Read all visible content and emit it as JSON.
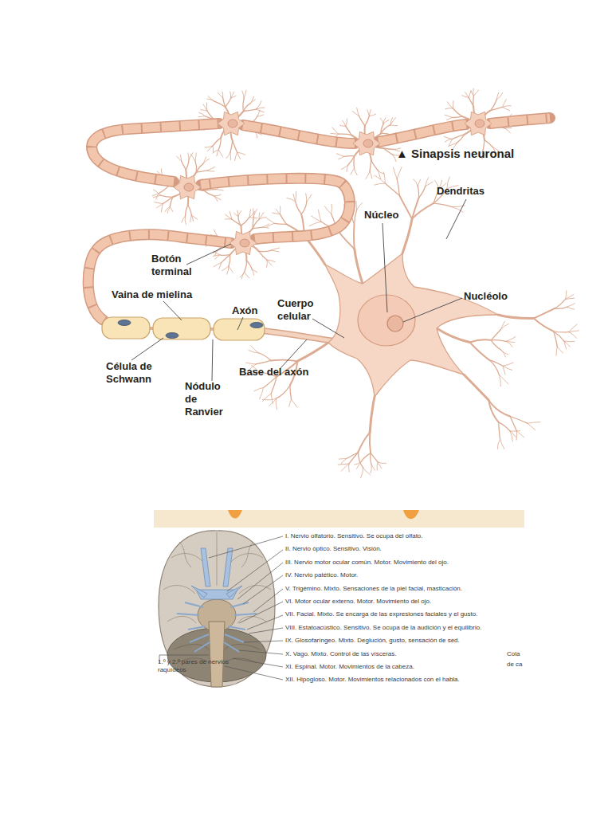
{
  "diagram": {
    "labels": [
      "▲ Sinapsis neuronal",
      "Dendritas",
      "Núcleo",
      "Botón terminal",
      "Nucléolo",
      "Vaina de mielina",
      "Axón",
      "Cuerpo celular",
      "Célula de Schwann",
      "Nódulo de Ranvier",
      "Base del axón",
      "I. Nervio olfatorio. Sensitivo. Se ocupa del olfato.",
      "II. Nervio óptico. Sensitivo. Visión.",
      "III. Nervio motor ocular común. Motor. Movimiento del ojo.",
      "IV. Nervio patético. Motor.",
      "V. Trigémino. Mixto. Sensaciones de la piel facial, masticación.",
      "VI. Motor ocular externo. Motor. Movimiento del ojo.",
      "VII. Facial. Mixto. Se encarga de las expresiones faciales y el gusto.",
      "VIII. Estatoacústico. Sensitivo. Se ocupa de la audición y el equilibrio.",
      "IX. Glosofaríngeo. Mixto. Deglución, gusto, sensación de sed.",
      "X. Vago. Mixto. Control de las vísceras.",
      "XI. Espinal. Motor. Movimientos de la cabeza.",
      "XII. Hipogloso. Motor. Movimientos relacionados con el habla.",
      "1.º y 2.º pares de nervios raquídeos",
      "Cola",
      "de ca"
    ]
  }
}
